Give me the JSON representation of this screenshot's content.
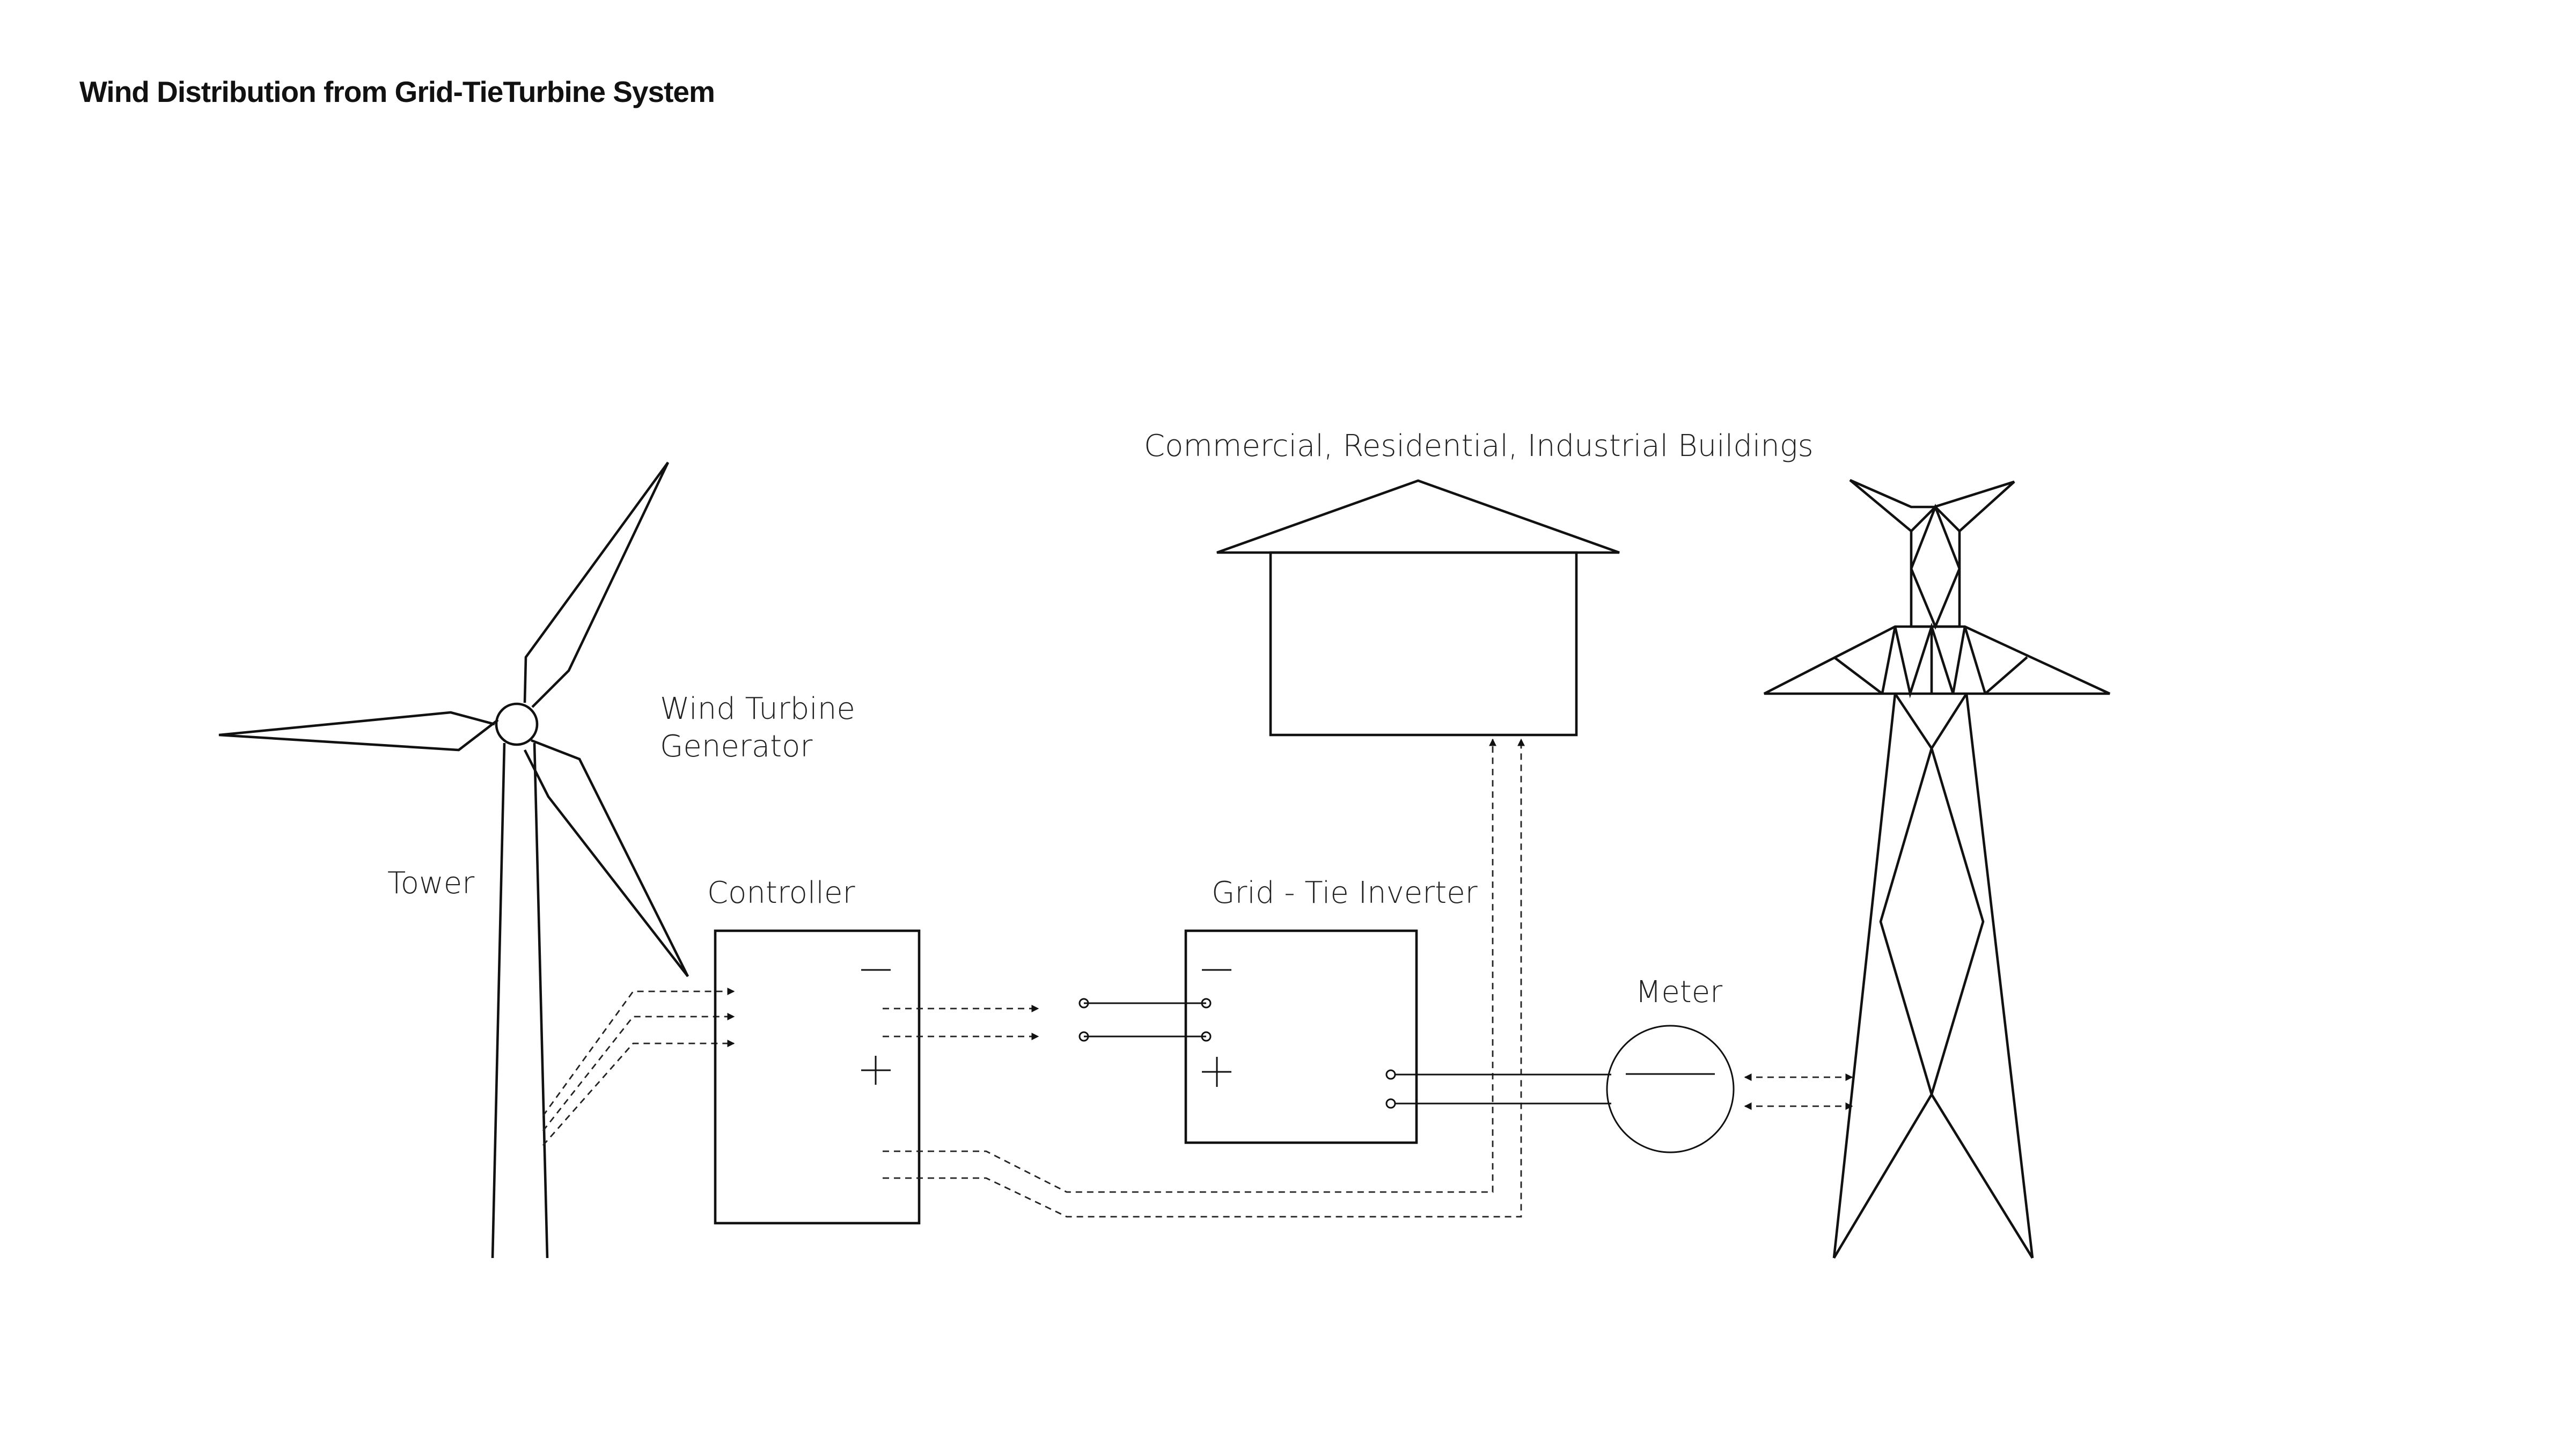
{
  "title": "Wind Distribution from Grid-TieTurbine System",
  "labels": {
    "buildings": "Commercial, Residential, Industrial Buildings",
    "turbine_line1": "Wind Turbine",
    "turbine_line2": "Generator",
    "tower": "Tower",
    "controller": "Controller",
    "inverter": "Grid - Tie Inverter",
    "meter": "Meter"
  },
  "colors": {
    "line": "#111111",
    "background": "#ffffff"
  }
}
